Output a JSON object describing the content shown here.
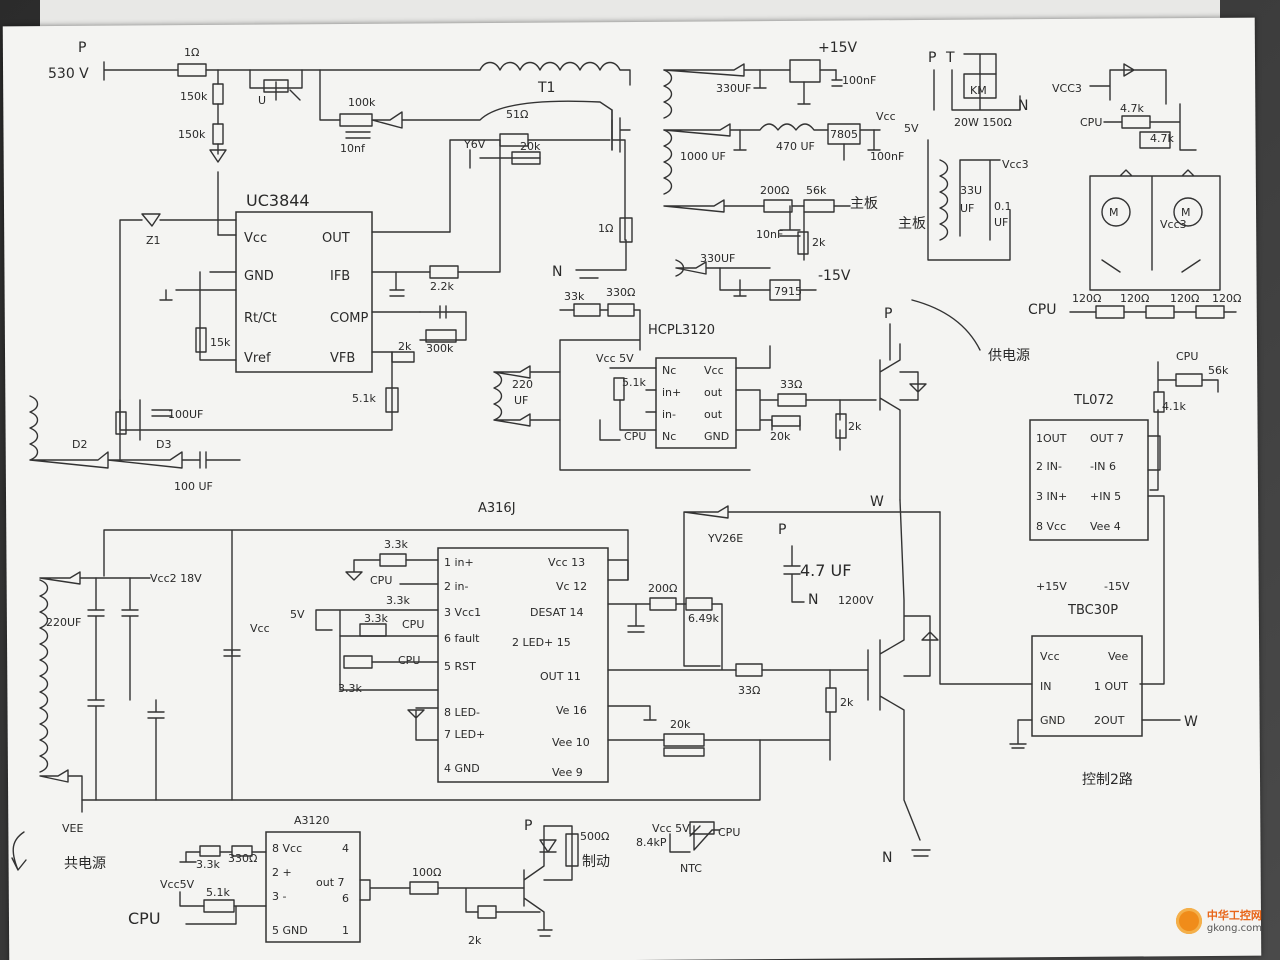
{
  "supply": {
    "p_label": "P",
    "p_voltage": "530 V",
    "n_label": "N"
  },
  "flyback": {
    "r_in": "1Ω",
    "r_150k_a": "150k",
    "r_150k_b": "150k",
    "r_100k": "100k",
    "c_10nf": "10nf",
    "transformer": "T1",
    "r_51": "51Ω",
    "r_20k": "20k",
    "zener_y": "Y6V",
    "r_1": "1Ω",
    "d1": "Z1",
    "d2": "D2",
    "d3": "D3",
    "c_100uf_a": "100UF",
    "c_100uf_b": "100 UF",
    "r_15k": "15k",
    "r_2k": "2k",
    "r_300k": "300k",
    "r_5_1k": "5.1k",
    "r_2_2k": "2.2k",
    "u_label": "U"
  },
  "uc3844": {
    "title": "UC3844",
    "pins": [
      "Vcc",
      "OUT",
      "GND",
      "IFB",
      "Rt/Ct",
      "COMP",
      "Vref",
      "VFB"
    ]
  },
  "psu_top": {
    "v15": "+15V",
    "c_330uf": "330UF",
    "c_100nf_a": "100nF",
    "v5": "5V",
    "ic_7805": "7805",
    "vcc": "Vcc",
    "c_1000uf": "1000\nUF",
    "c_470uf": "470\nUF",
    "c_100nf_b": "100nF",
    "r_200": "200Ω",
    "r_56k": "56k",
    "main": "主板",
    "c_10nf": "10nF",
    "r_2k": "2k",
    "c_330uf_b": "330UF",
    "ic_7915": "7915",
    "v_m15": "-15V"
  },
  "relay": {
    "p": "P",
    "t": "T",
    "km": "KM",
    "n": "N",
    "res": "20W 150Ω"
  },
  "main_board": {
    "label": "主板",
    "vcc3": "Vcc3",
    "c_33u": "33U",
    "c_01": "0.1",
    "c_uf": "UF",
    "c_uf2": "UF"
  },
  "fans": {
    "vcc3": "VCC3",
    "cpu": "CPU",
    "r_4_7k_a": "4.7k",
    "r_4_7k_b": "4.7k",
    "vcc3b": "Vcc3",
    "cpu2": "CPU",
    "r120": [
      "120Ω",
      "120Ω",
      "120Ω",
      "120Ω"
    ]
  },
  "hcpl": {
    "title": "HCPL3120",
    "r_33k": "33k",
    "r_330": "330Ω",
    "vcc5": "Vcc 5V",
    "r_51k": "5.1k",
    "cpu": "CPU",
    "r_220": "220",
    "uf": "UF",
    "r_33": "33Ω",
    "r_20k": "20k",
    "r_2k": "2k",
    "pins": [
      "Nc",
      "Vcc",
      "in+",
      "out",
      "in-",
      "out",
      "Nc",
      "GND"
    ]
  },
  "supply_note": "供电源",
  "tl072": {
    "title": "TL072",
    "cpu": "CPU",
    "r_56k": "56k",
    "r_4_1k": "4.1k",
    "pins": [
      "1OUT",
      "OUT 7",
      "2 IN-",
      "-IN 6",
      "3 IN+",
      "+IN 5",
      "8 Vcc",
      "Vee 4"
    ]
  },
  "tbc": {
    "title": "TBC30P",
    "v_p15": "+15V",
    "v_m15": "-15V",
    "pins": [
      "Vcc",
      "Vee",
      "IN",
      "1 OUT",
      "GND",
      "2OUT"
    ],
    "w": "W"
  },
  "a316j": {
    "title": "A316J",
    "vcc2": "Vcc2 18V",
    "c_220": "220UF",
    "vee": "VEE",
    "vcc_5": "Vcc",
    "v5": "5V",
    "r_3_3k_a": "3.3k",
    "cpu_a": "CPU",
    "r_3_3k_b": "3.3k",
    "r_3_3k_c": "3.3k",
    "cpu_b": "CPU",
    "cpu_c": "CPU",
    "r_3_3k_d": "3.3k",
    "left_pins": [
      "1 in+",
      "2 in-",
      "3 Vcc1",
      "6 fault",
      "5 RST",
      "8 LED-",
      "7 LED+",
      "4 GND"
    ],
    "right_pins": [
      "Vcc 13",
      "Vc 12",
      "DESAT 14",
      "2 LED+ 15",
      "OUT 11",
      "Ve 16",
      "Vee 10",
      "Vee 9"
    ],
    "r_200": "200Ω",
    "r_649k": "6.49k",
    "r_33": "33Ω",
    "r_2k": "2k",
    "r_20k": "20k"
  },
  "igbt": {
    "diode": "YV26E",
    "p": "P",
    "cap": "4.7 UF",
    "vcap": "1200V",
    "n": "N",
    "w": "W",
    "n2": "N",
    "p2": "P"
  },
  "a3120": {
    "title": "A3120",
    "r_3_3k": "3.3k",
    "r_330": "330Ω",
    "vcc5": "Vcc5V",
    "r_51k": "5.1k",
    "cpu": "CPU",
    "pins": [
      "8 Vcc",
      "4",
      "2 +",
      "out 7",
      "3 -",
      "6",
      "5 GND",
      "1"
    ],
    "r_100": "100Ω",
    "r_2k": "2k",
    "p": "P",
    "r_500": "500Ω",
    "brake": "制动",
    "vcc5b": "Vcc 5V",
    "r_8_4k": "8.4kP",
    "cpu2": "CPU",
    "ntc": "NTC",
    "common": "共电源"
  },
  "control_label": "控制2路",
  "watermark": {
    "title": "中华工控网",
    "url": "gkong.com"
  }
}
